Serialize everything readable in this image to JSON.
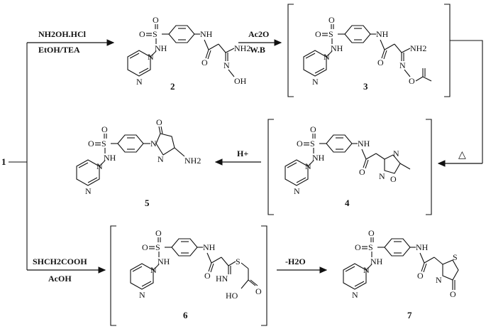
{
  "starting_compound": "1",
  "atoms": {
    "S": "S",
    "O": "O",
    "N": "N",
    "NH": "NH",
    "NH2": "NH2",
    "OH": "OH",
    "HN": "HN",
    "HO": "HO"
  },
  "reactions": {
    "step_1_reagent_top": "NH2OH.HCl",
    "step_1_reagent_bottom": "EtOH/TEA",
    "step_2_reagent_top": "Ac2O",
    "step_2_reagent_bottom": "W.B",
    "step_3_symbol": "△",
    "step_4_reagent": "H+",
    "step_5_reagent_top": "SHCH2COOH",
    "step_5_reagent_bottom": "AcOH",
    "step_6_reagent": "-H2O"
  },
  "compound_labels": {
    "c2": "2",
    "c3": "3",
    "c4": "4",
    "c5": "5",
    "c6": "6",
    "c7": "7"
  }
}
